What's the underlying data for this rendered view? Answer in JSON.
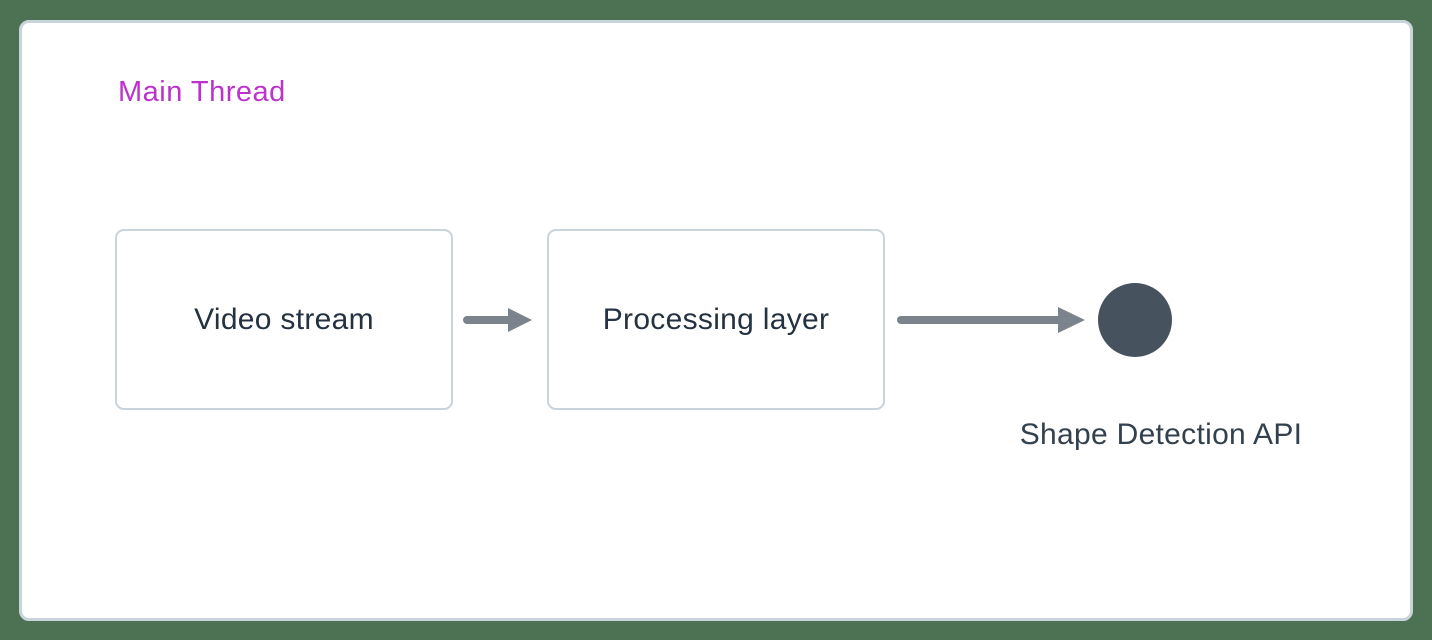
{
  "diagram": {
    "lane_label": "Main Thread",
    "nodes": [
      {
        "label": "Video stream",
        "type": "box"
      },
      {
        "label": "Processing layer",
        "type": "box"
      },
      {
        "label": "Shape Detection API",
        "type": "circle"
      }
    ],
    "arrows": [
      {
        "from": "Video stream",
        "to": "Processing layer"
      },
      {
        "from": "Processing layer",
        "to": "Shape Detection API"
      }
    ],
    "colors": {
      "background": "#4d7253",
      "card": "#ffffff",
      "border": "#c9d3dc",
      "lane_label": "#bb33cc",
      "node_text": "#243241",
      "caption_text": "#33404d",
      "arrow": "#7b838c",
      "circle": "#47525f"
    }
  }
}
